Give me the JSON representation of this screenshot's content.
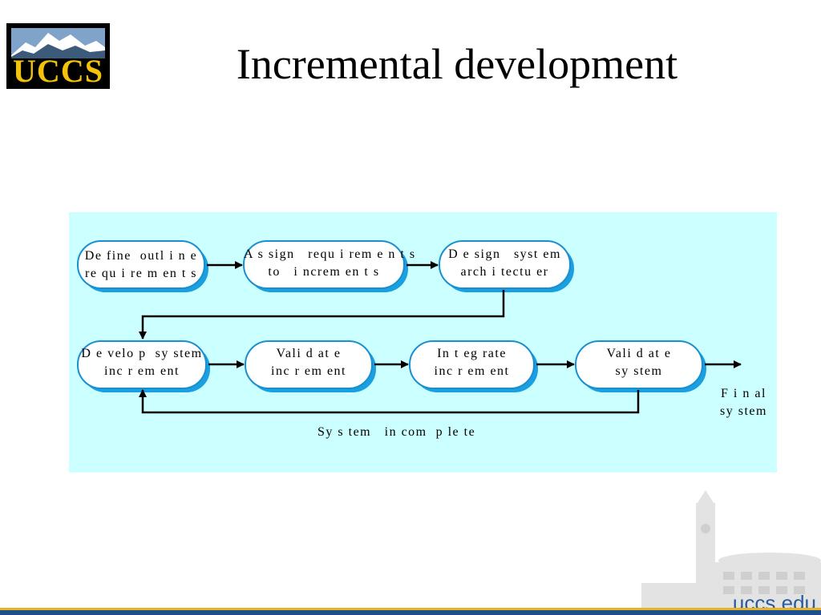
{
  "logo": {
    "text": "UCCS"
  },
  "slide": {
    "title": "Incremental development"
  },
  "diagram": {
    "boxes": [
      {
        "id": "define",
        "label": "De fine  outl i n e\nre qu i re m en t s"
      },
      {
        "id": "assign",
        "label": "A s sign   requ i rem e n t s\nto   i ncrem en t s"
      },
      {
        "id": "design",
        "label": "D e sign   syst em\narch i tectu er"
      },
      {
        "id": "develop",
        "label": "D e velo p  sy stem\ninc r em ent"
      },
      {
        "id": "validate-inc",
        "label": "Vali d at e\ninc r em ent"
      },
      {
        "id": "integrate",
        "label": "In t eg rate\ninc r em ent"
      },
      {
        "id": "validate-sys",
        "label": "Vali d at e\nsy stem"
      }
    ],
    "final_label": "F i n al\nsy stem",
    "loop_label": "Sy s tem   in com  p le te"
  },
  "footer": {
    "url": "uccs.edu"
  },
  "colors": {
    "diagram_bg": "#ccffff",
    "box_fill": "#ffffff",
    "box_border": "#1a8fd0",
    "box_shadow": "#1aa0e0",
    "logo_gold": "#f3c20d",
    "footer_blue": "#2a5b9c"
  }
}
